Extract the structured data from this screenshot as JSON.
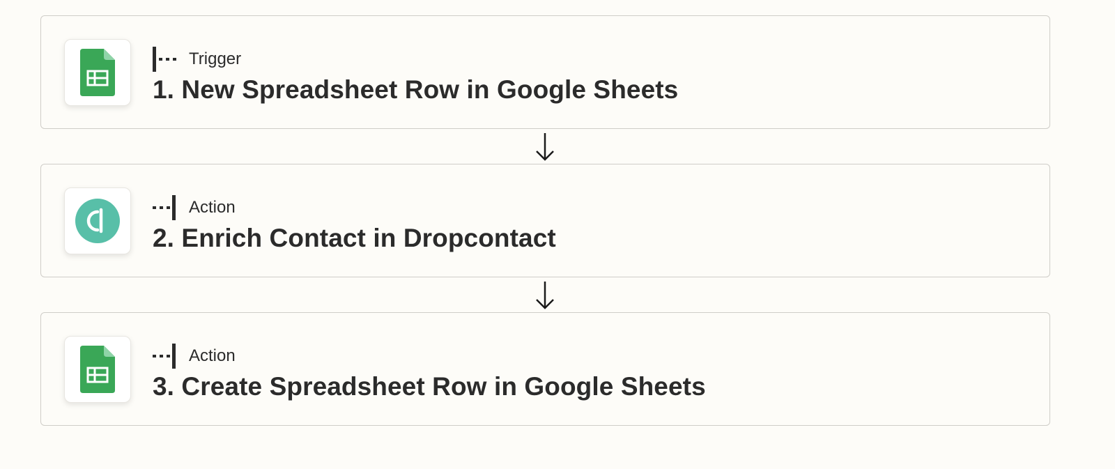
{
  "colors": {
    "background": "#fdfcf8",
    "card_border": "#cfcdc8",
    "text": "#2b2b2b",
    "google_sheets_green": "#23a566",
    "dropcontact_teal": "#58bfa8"
  },
  "steps": [
    {
      "type_label": "Trigger",
      "type_icon": "trigger-bracket-icon",
      "app_icon": "google-sheets-icon",
      "title": "1. New Spreadsheet Row in Google Sheets"
    },
    {
      "type_label": "Action",
      "type_icon": "action-bracket-icon",
      "app_icon": "dropcontact-icon",
      "title": "2. Enrich Contact in Dropcontact"
    },
    {
      "type_label": "Action",
      "type_icon": "action-bracket-icon",
      "app_icon": "google-sheets-icon",
      "title": "3. Create Spreadsheet Row in Google Sheets"
    }
  ],
  "connectors": [
    {
      "icon": "down-arrow-icon"
    },
    {
      "icon": "down-arrow-icon"
    }
  ]
}
